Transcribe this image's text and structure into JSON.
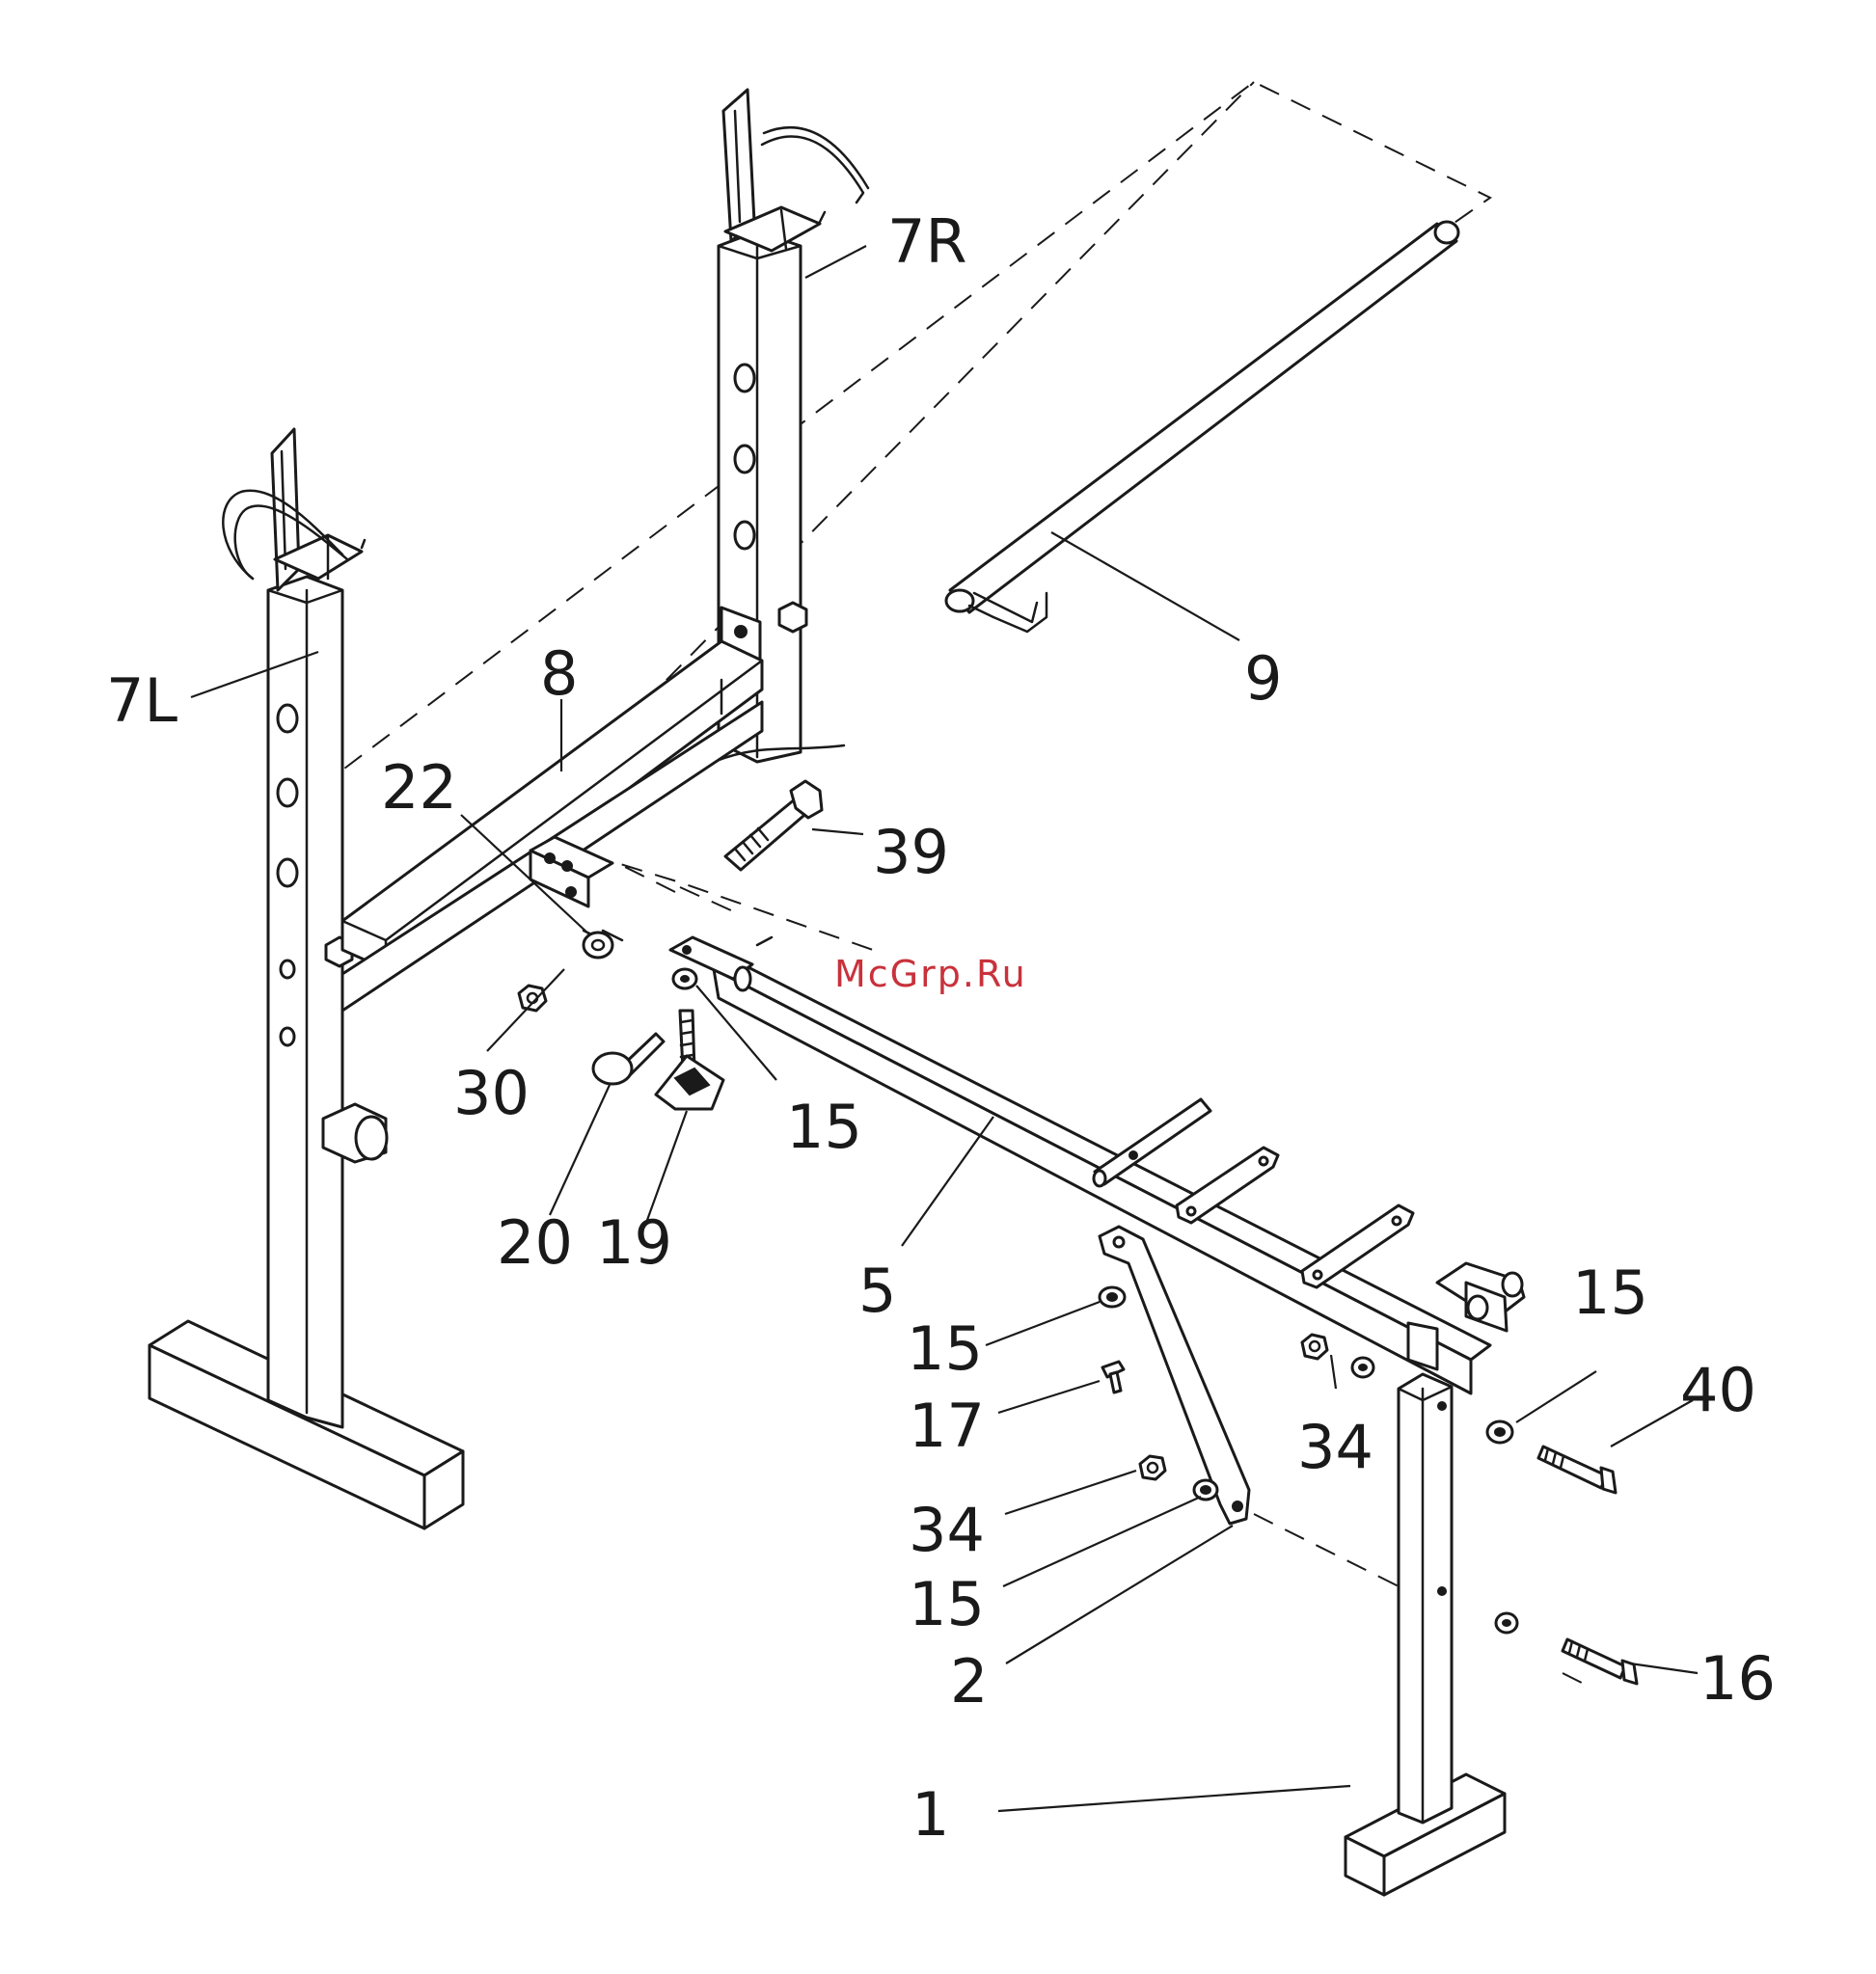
{
  "watermark": "McGrp.Ru",
  "colors": {
    "line": "#1a1a1a",
    "watermark": "#c8323c",
    "background": "#ffffff"
  },
  "labels": {
    "p7R": "7R",
    "p7L": "7L",
    "p8": "8",
    "p9": "9",
    "p22": "22",
    "p39": "39",
    "p30": "30",
    "p15a": "15",
    "p20": "20",
    "p19": "19",
    "p5": "5",
    "p15b": "15",
    "p15c": "15",
    "p17": "17",
    "p34a": "34",
    "p34b": "34",
    "p40": "40",
    "p15d": "15",
    "p2": "2",
    "p16": "16",
    "p1": "1"
  }
}
